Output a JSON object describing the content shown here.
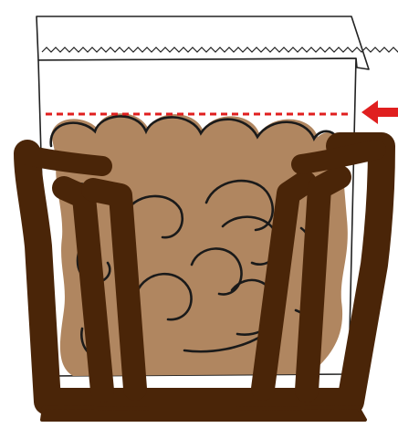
{
  "illustration": {
    "subject": "",
    "colors": {
      "background": "#ffffff",
      "bag": "#ffffff",
      "bag_outline": "#222222",
      "grounds": "#b08660",
      "grounds_outline": "#1a1a1a",
      "holder": "#4a2508",
      "fill_line": "#e01f1f",
      "arrow": "#e01f1f"
    },
    "icons": [
      "filter-bag",
      "coffee-grounds",
      "dripper-holder",
      "fill-line",
      "arrow-left-icon"
    ]
  }
}
